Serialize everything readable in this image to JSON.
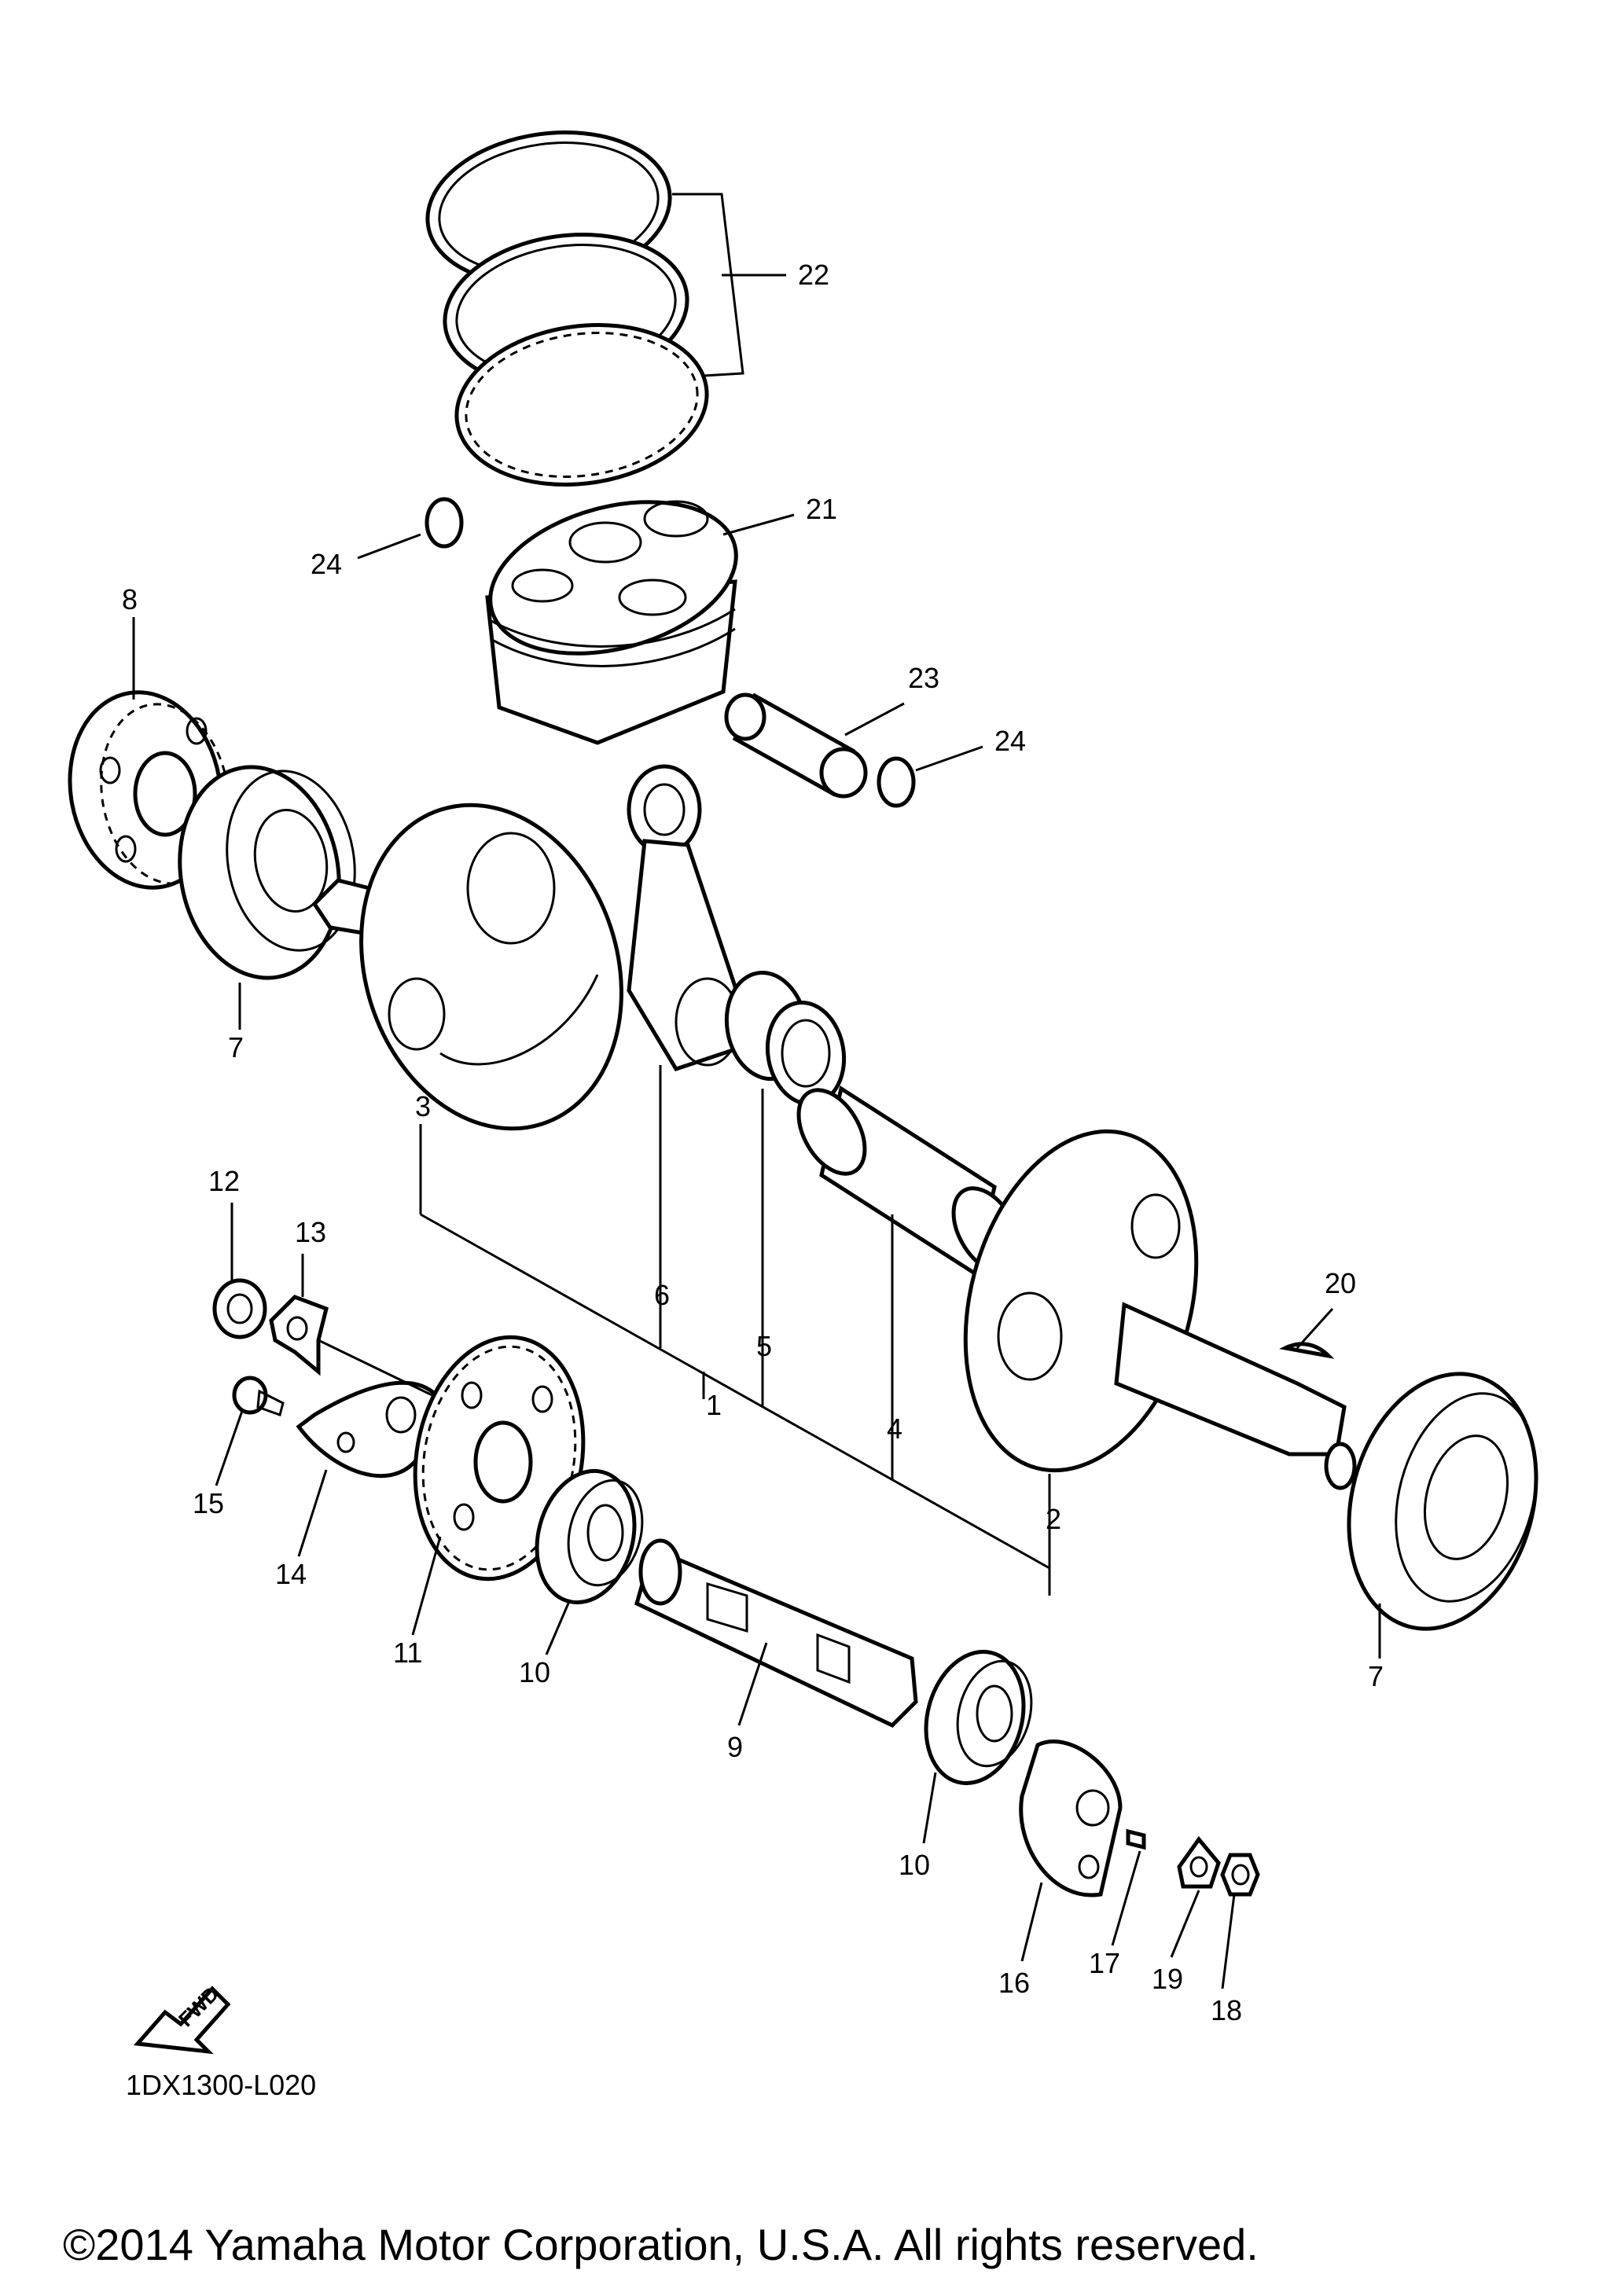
{
  "diagram": {
    "code": "1DX1300-L020",
    "copyright": "©2014 Yamaha Motor Corporation, U.S.A. All rights reserved.",
    "fwd_label": "FWD",
    "callouts": [
      "1",
      "2",
      "3",
      "4",
      "5",
      "6",
      "7",
      "7",
      "8",
      "9",
      "10",
      "10",
      "11",
      "12",
      "13",
      "14",
      "15",
      "16",
      "17",
      "18",
      "19",
      "20",
      "21",
      "22",
      "23",
      "24",
      "24"
    ]
  }
}
